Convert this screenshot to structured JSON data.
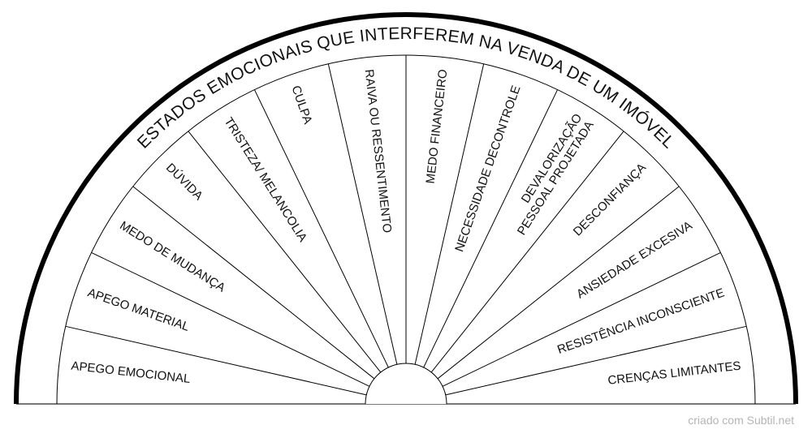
{
  "chart": {
    "title": "ESTADOS EMOCIONAIS QUE INTERFEREM NA VENDA DE UM IMÓVEL",
    "sectors": [
      [
        "APEGO EMOCIONAL"
      ],
      [
        "APEGO MATERIAL"
      ],
      [
        "MEDO DE MUDANÇA"
      ],
      [
        "DÚVIDA"
      ],
      [
        "TRISTEZA/ MELANCOLIA"
      ],
      [
        "CULPA"
      ],
      [
        "RAIVA OU RESSENTIMENTO"
      ],
      [
        "MEDO FINANCEIRO"
      ],
      [
        "NECESSIDADE DECONTROLE"
      ],
      [
        "DEVALORIZAÇÃO",
        "PESSOAL PROJETADA"
      ],
      [
        "DESCONFIANÇA"
      ],
      [
        "ANSIEDADE EXCESIVA"
      ],
      [
        "RESISTÊNCIA INCONSCIENTE"
      ],
      [
        "CRENÇAS LIMITANTES"
      ]
    ],
    "colors": {
      "line": "#000000",
      "baseline": "#777777",
      "text": "#111111"
    }
  },
  "watermark": "criado com Subtil.net"
}
